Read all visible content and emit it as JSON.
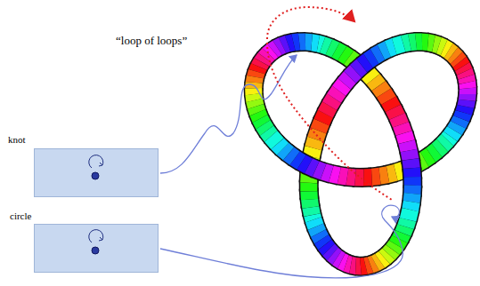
{
  "diagram": {
    "title": "“loop of loops”",
    "nodes": [
      {
        "text": [
          "knot"
        ]
      },
      {
        "text": [
          "circle"
        ]
      }
    ]
  }
}
